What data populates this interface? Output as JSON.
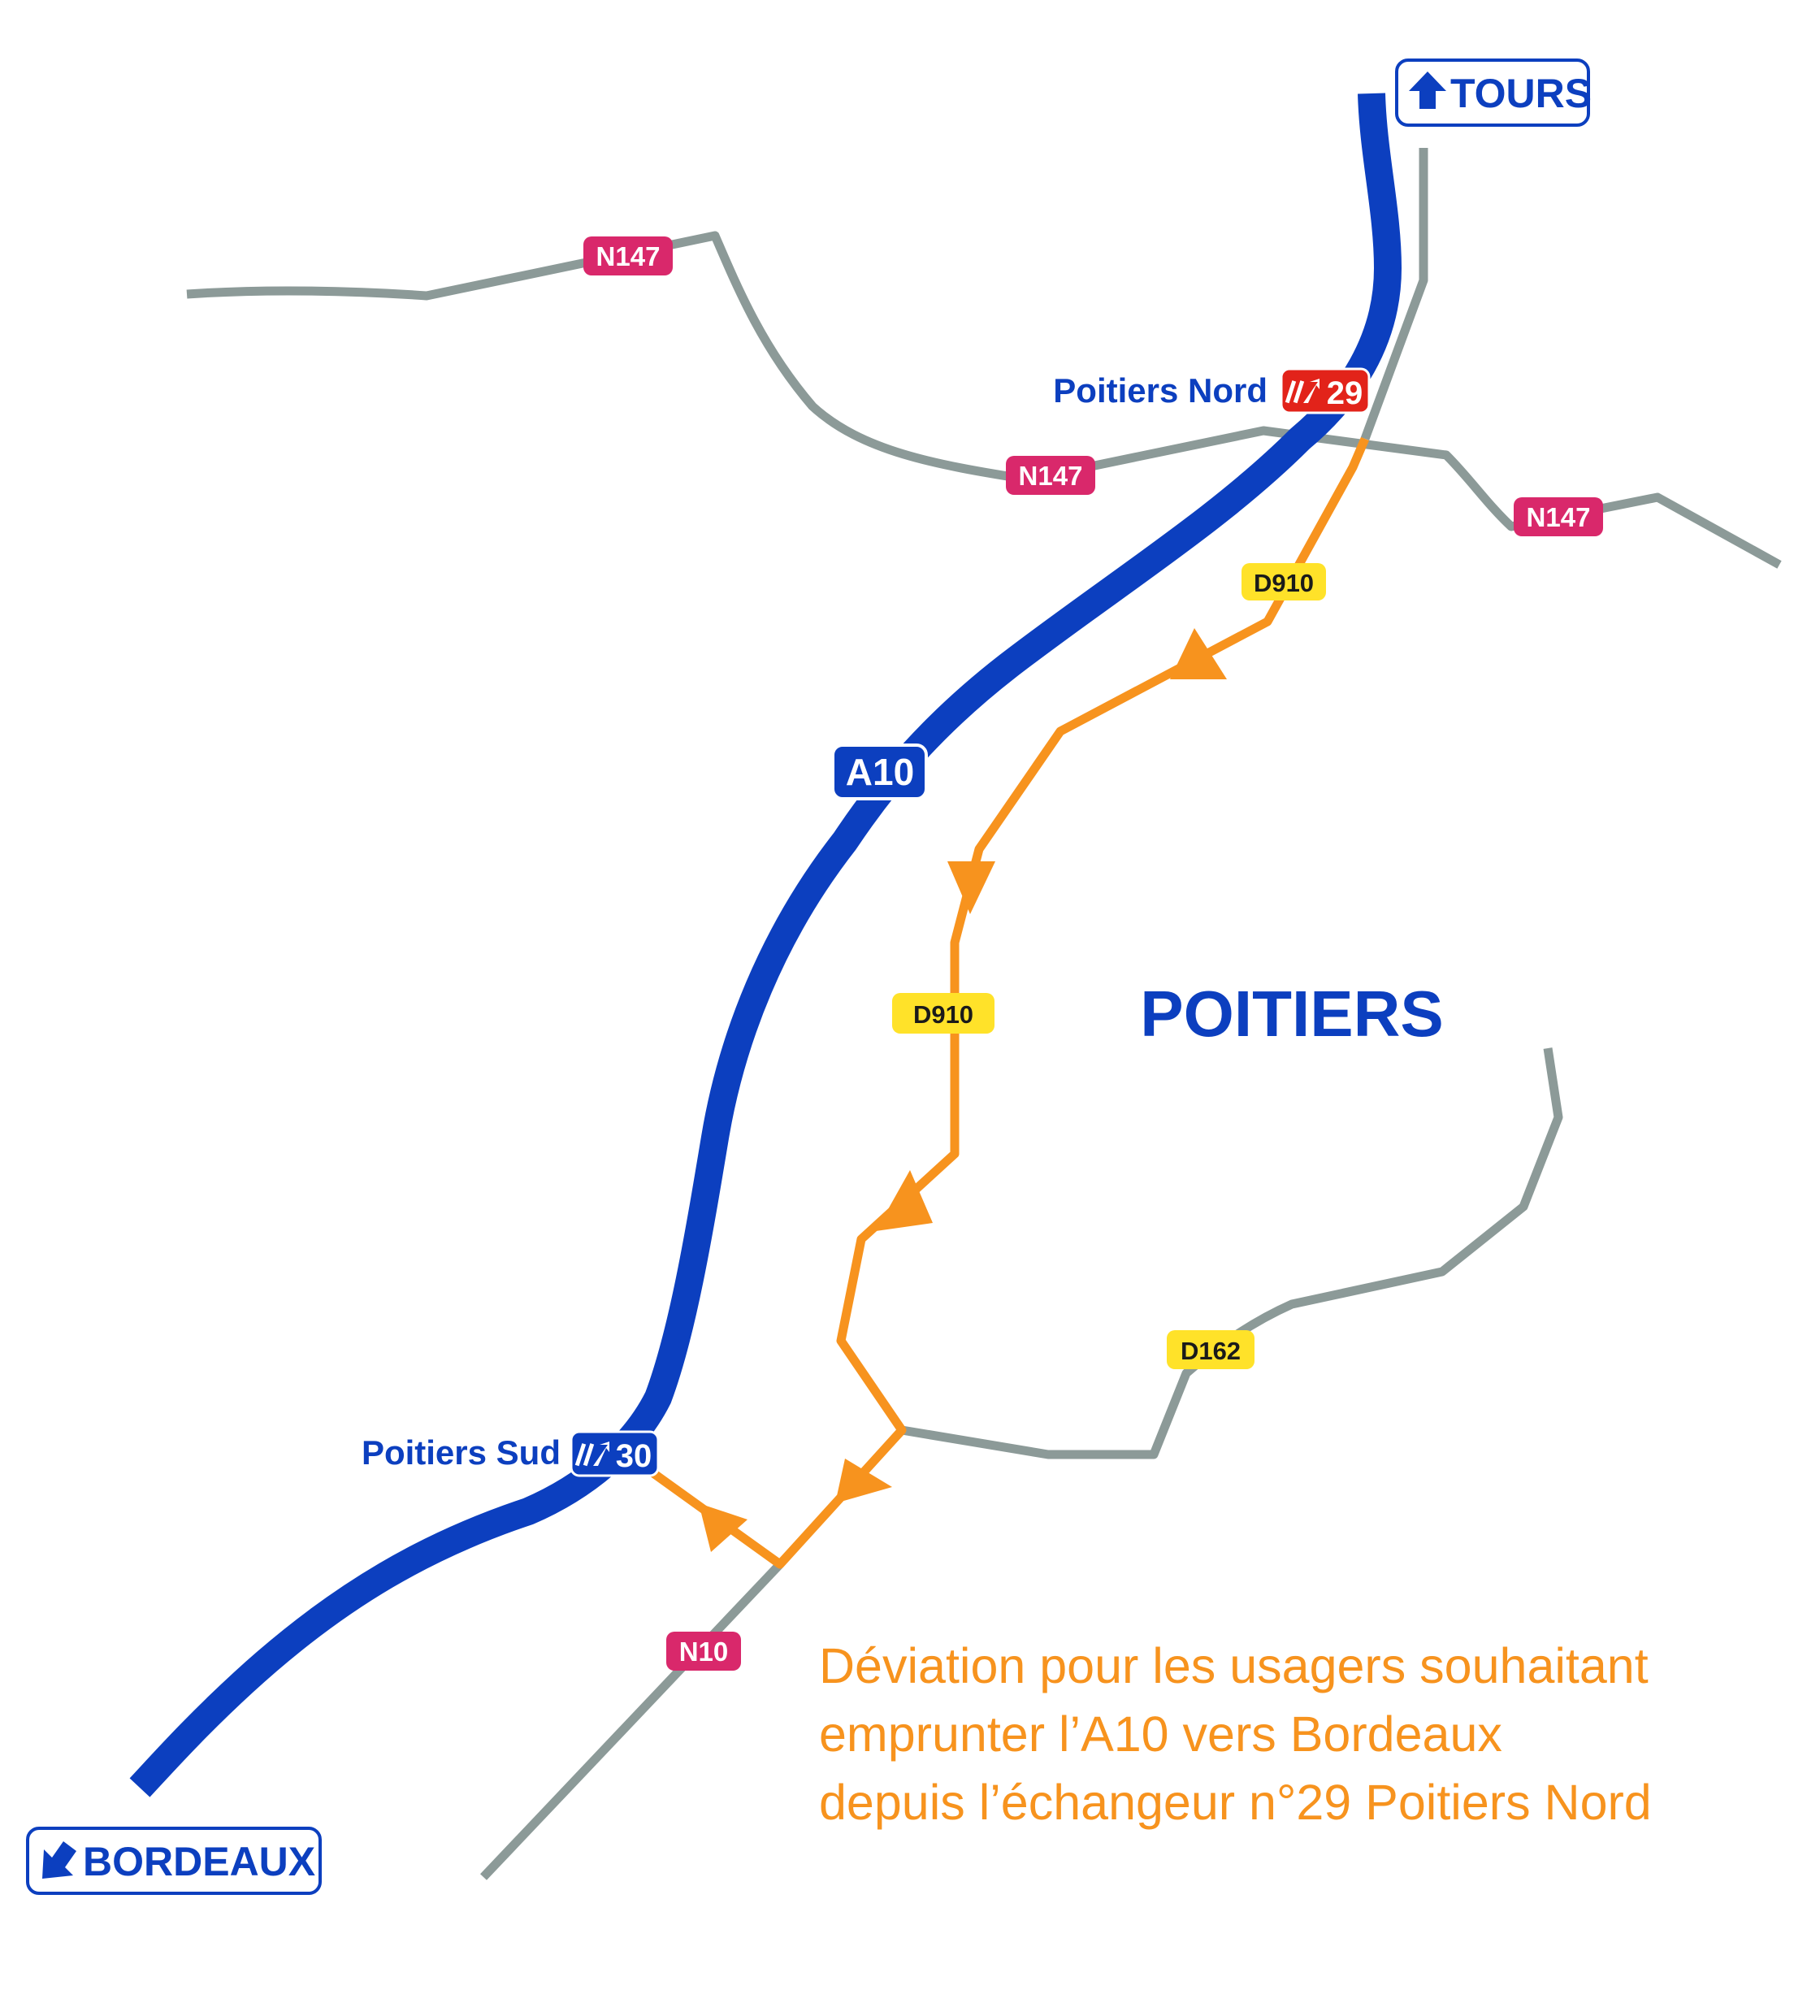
{
  "colors": {
    "autoroute": "#0c3fbf",
    "nationale_badge": "#d9286b",
    "departementale_badge": "#ffe229",
    "detour": "#f7931e",
    "secondary_road": "#8c9a98",
    "exit_29": "#e2231a",
    "exit_30": "#0c3fbf"
  },
  "city": {
    "name": "POITIERS"
  },
  "destinations": {
    "north": {
      "label": "TOURS",
      "icon": "arrow-up-icon"
    },
    "south": {
      "label": "BORDEAUX",
      "icon": "arrow-down-left-icon"
    }
  },
  "motorway": {
    "label": "A10"
  },
  "exits": {
    "north": {
      "name": "Poitiers Nord",
      "number": "29",
      "icon": "exit-icon"
    },
    "south": {
      "name": "Poitiers Sud",
      "number": "30",
      "icon": "exit-icon"
    }
  },
  "road_badges": {
    "n147_west": "N147",
    "n147_center": "N147",
    "n147_east": "N147",
    "d910_north": "D910",
    "d910_center": "D910",
    "d162": "D162",
    "n10": "N10"
  },
  "caption": {
    "line1": "Déviation pour les usagers souhaitant",
    "line2": "emprunter l’A10 vers Bordeaux",
    "line3": "depuis l’échangeur n°29 Poitiers Nord"
  }
}
